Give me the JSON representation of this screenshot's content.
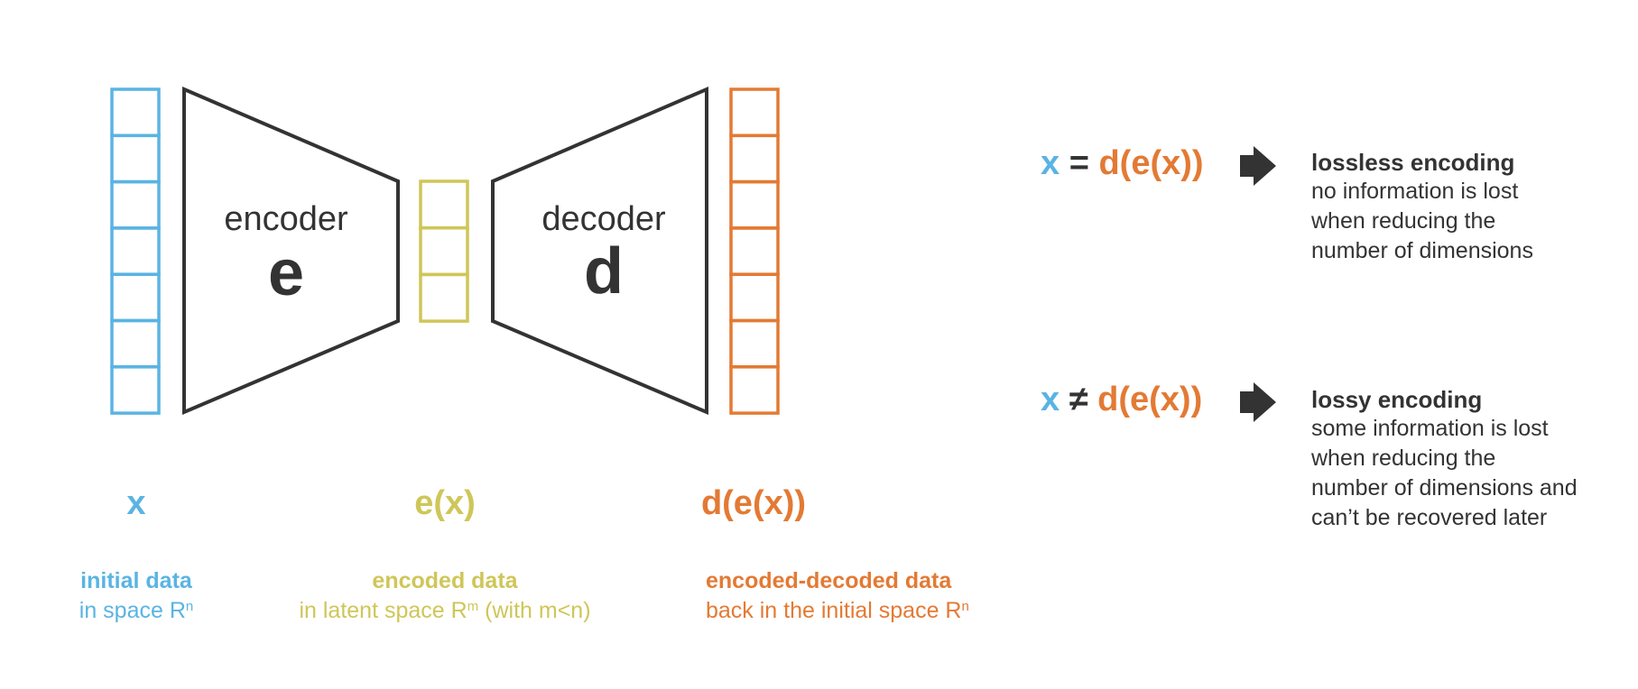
{
  "encoder": {
    "label": "encoder",
    "symbol": "e"
  },
  "decoder": {
    "label": "decoder",
    "symbol": "d"
  },
  "colors": {
    "input": "#5ab4e3",
    "latent": "#cfc659",
    "output": "#e37a34",
    "text": "#333333"
  },
  "vectors": {
    "input_cells": 7,
    "latent_cells": 3,
    "output_cells": 7
  },
  "input": {
    "symbol": "x",
    "title": "initial data",
    "desc_prefix": "in space R",
    "desc_sup": "n"
  },
  "latent": {
    "symbol": "e(x)",
    "title": "encoded data",
    "desc_prefix": "in latent space R",
    "desc_sup": "m",
    "desc_suffix": " (with m<n)"
  },
  "output": {
    "symbol": "d(e(x))",
    "title": "encoded-decoded data",
    "desc_prefix": "back in the initial space R",
    "desc_sup": "n"
  },
  "lossless": {
    "lhs": "x",
    "op": "=",
    "rhs": "d(e(x))",
    "title": "lossless encoding",
    "lines": [
      "no information is lost",
      "when reducing the",
      "number of dimensions"
    ]
  },
  "lossy": {
    "lhs": "x",
    "op": "≠",
    "rhs": "d(e(x))",
    "title": "lossy encoding",
    "lines": [
      "some information is lost",
      "when reducing the",
      "number of dimensions and",
      "can’t be recovered later"
    ]
  },
  "icons": {
    "arrow": "right-arrow-icon"
  }
}
